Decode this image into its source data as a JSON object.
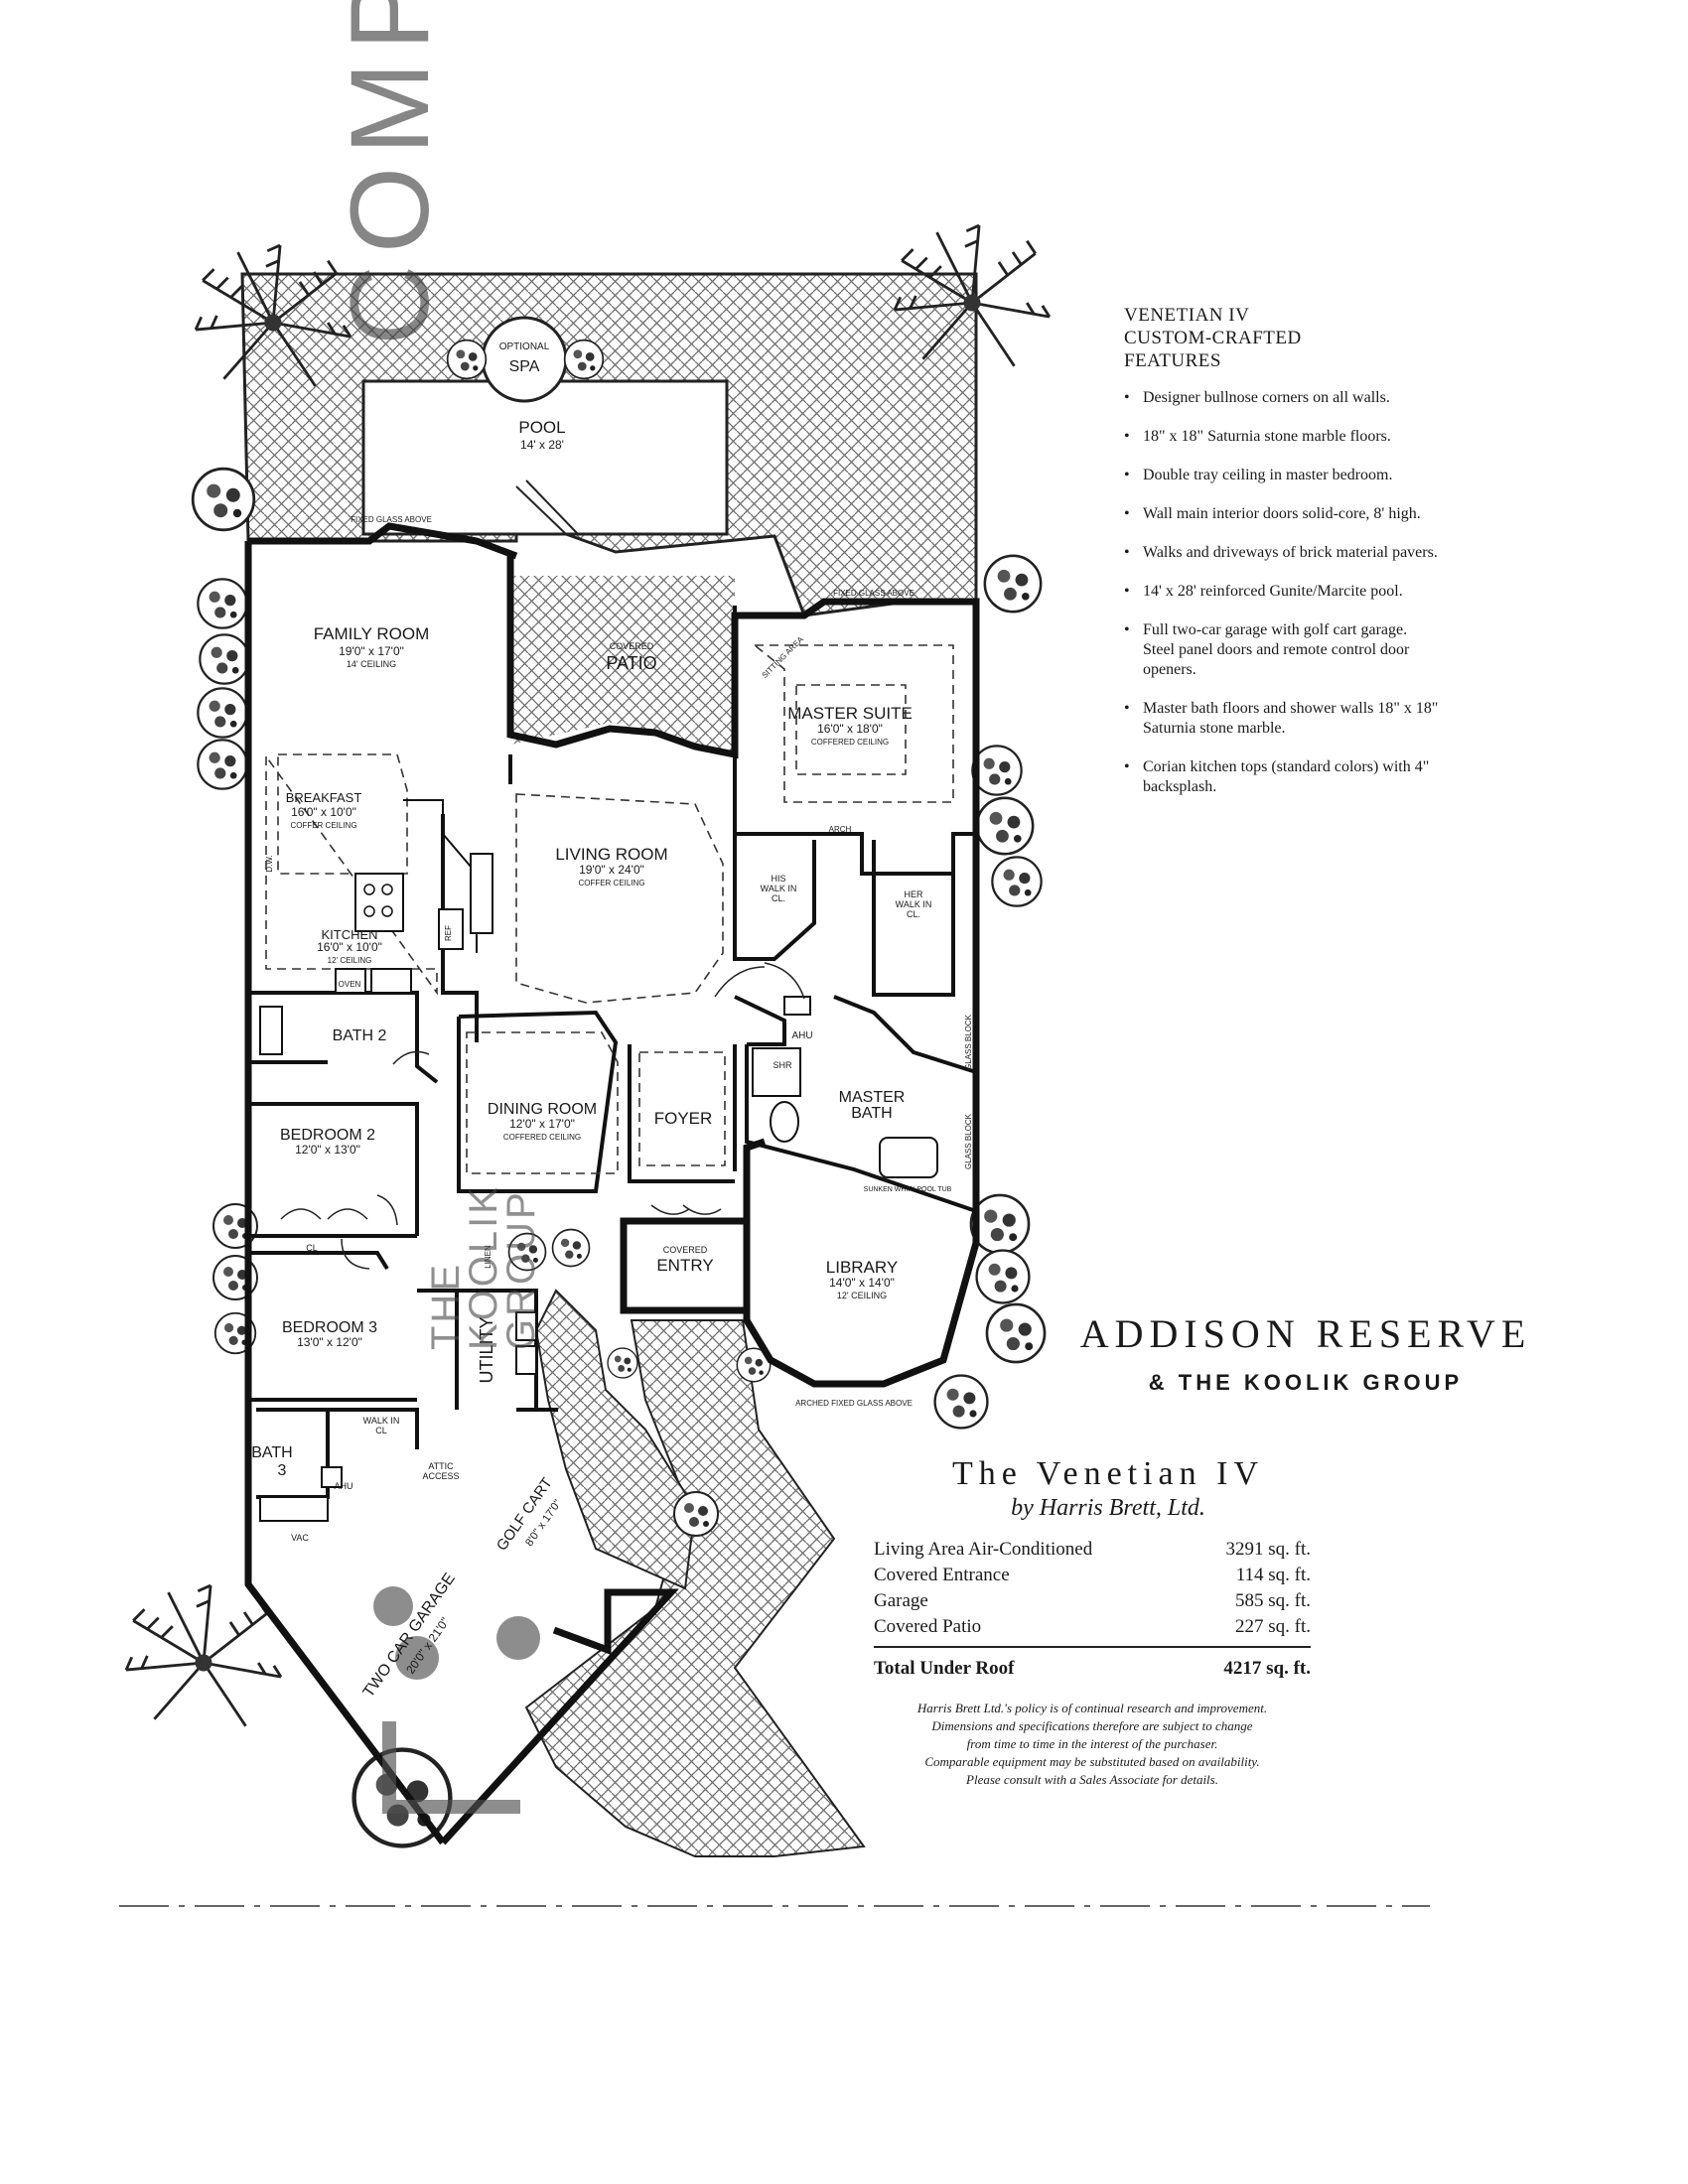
{
  "features": {
    "title_line1": "VENETIAN IV",
    "title_line2": "CUSTOM-CRAFTED",
    "title_line3": "FEATURES",
    "items": [
      "Designer bullnose corners on all walls.",
      "18\" x 18\" Saturnia stone marble floors.",
      "Double tray ceiling in master bedroom.",
      "Wall main interior doors solid-core, 8' high.",
      "Walks and driveways of brick material pavers.",
      "14' x 28' reinforced Gunite/Marcite pool.",
      "Full two-car garage with golf cart garage. Steel panel doors and remote control door openers.",
      "Master bath floors and shower walls 18\" x 18\" Saturnia stone marble.",
      "Corian kitchen tops (standard colors) with 4\" backsplash."
    ]
  },
  "brand": {
    "line1": "ADDISON RESERVE",
    "line2": "& THE KOOLIK GROUP"
  },
  "model": {
    "name": "The Venetian IV",
    "builder": "by Harris Brett, Ltd."
  },
  "areas": {
    "rows": [
      {
        "label": "Living Area Air-Conditioned",
        "value": "3291 sq. ft."
      },
      {
        "label": "Covered Entrance",
        "value": "114 sq. ft."
      },
      {
        "label": "Garage",
        "value": "585 sq. ft."
      },
      {
        "label": "Covered Patio",
        "value": "227 sq. ft."
      }
    ],
    "total_label": "Total Under Roof",
    "total_value": "4217 sq. ft."
  },
  "disclaimer": {
    "line1": "Harris Brett Ltd.'s policy is of continual research and improvement.",
    "line2": "Dimensions and specifications therefore are subject to change",
    "line3": "from time to time in the interest of the purchaser.",
    "line4": "Comparable equipment may be substituted based on availability.",
    "line5": "Please consult with a Sales Associate for details."
  },
  "watermark": {
    "main": "COMPASS",
    "group_line1": "THE",
    "group_line2": "KOOLIK",
    "group_line3": "GROUP"
  },
  "rooms": {
    "spa_optional": "OPTIONAL",
    "spa": "SPA",
    "pool": "POOL",
    "pool_dim": "14' x 28'",
    "fixed_glass_above": "FIXED GLASS ABOVE",
    "family_room": "FAMILY ROOM",
    "family_room_dim": "19'0\" x 17'0\"",
    "family_room_ceiling": "14' CEILING",
    "covered_patio_1": "COVERED",
    "covered_patio_2": "PATIO",
    "master_suite": "MASTER SUITE",
    "master_suite_dim": "16'0\" x 18'0\"",
    "master_suite_ceiling": "COFFERED CEILING",
    "sitting_area": "SITTING AREA",
    "breakfast": "BREAKFAST",
    "breakfast_dim": "16'0\" x 10'0\"",
    "breakfast_ceiling": "COFFER CEILING",
    "living_room": "LIVING ROOM",
    "living_room_dim": "19'0\" x 24'0\"",
    "living_room_ceiling": "COFFER CEILING",
    "kitchen": "KITCHEN",
    "kitchen_dim": "16'0\" x 10'0\"",
    "kitchen_ceiling": "12' CEILING",
    "his_walk_in_1": "HIS",
    "his_walk_in_2": "WALK IN",
    "his_walk_in_3": "CL.",
    "her_walk_in_1": "HER",
    "her_walk_in_2": "WALK IN",
    "her_walk_in_3": "CL.",
    "arch": "ARCH",
    "bath2": "BATH 2",
    "dining_room": "DINING ROOM",
    "dining_room_dim": "12'0\" x 17'0\"",
    "dining_room_ceiling": "COFFERED CEILING",
    "foyer": "FOYER",
    "master_bath_1": "MASTER",
    "master_bath_2": "BATH",
    "ahu": "AHU",
    "shr": "SHR",
    "glass_block": "GLASS BLOCK",
    "sunken_whirlpool": "SUNKEN WHIRLPOOL TUB",
    "bedroom2": "BEDROOM 2",
    "bedroom2_dim": "12'0\" x 13'0\"",
    "cl": "CL",
    "linen": "LINEN",
    "covered_entry_1": "COVERED",
    "covered_entry_2": "ENTRY",
    "library": "LIBRARY",
    "library_dim": "14'0\" x 14'0\"",
    "library_ceiling": "12' CEILING",
    "arched_fixed_glass": "ARCHED FIXED GLASS ABOVE",
    "bedroom3": "BEDROOM 3",
    "bedroom3_dim": "13'0\" x 12'0\"",
    "utility": "UTILITY",
    "walk_in": "WALK IN",
    "walk_in_cl": "CL",
    "bath3": "BATH",
    "bath3_num": "3",
    "attic_access_1": "ATTIC",
    "attic_access_2": "ACCESS",
    "vac": "VAC",
    "golf_cart": "GOLF CART",
    "golf_cart_dim": "8'0\" x 17'0\"",
    "two_car_garage": "TWO CAR GARAGE",
    "two_car_garage_dim": "20'0\" x 21'0\"",
    "oven": "OVEN",
    "ref": "REF",
    "dw": "D.W."
  }
}
